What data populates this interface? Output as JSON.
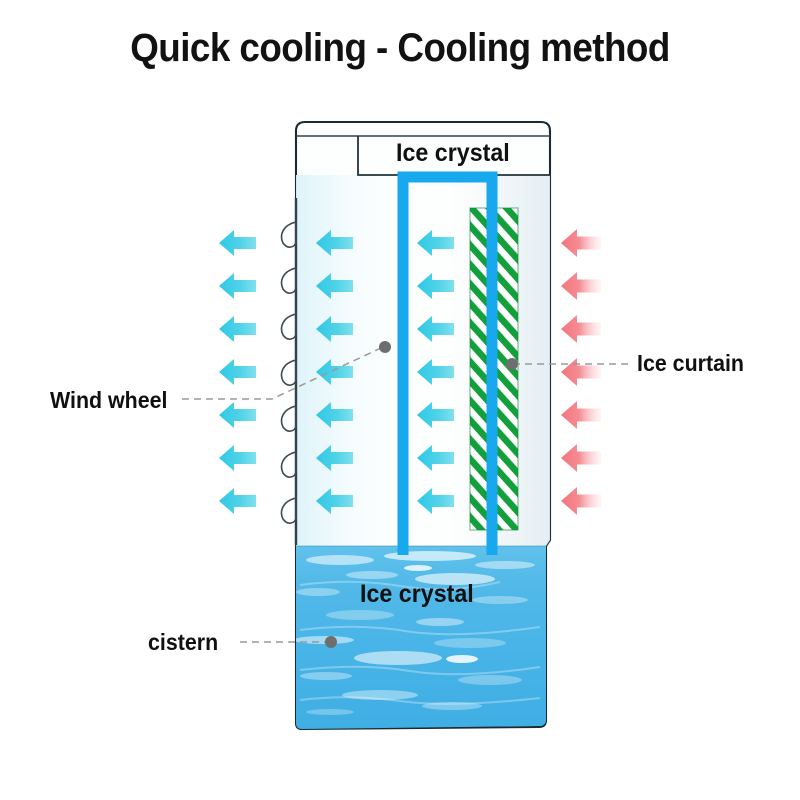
{
  "title": "Quick cooling - Cooling method",
  "diagram": {
    "name": "quick-cooling-cabinet-cross-section",
    "labels": {
      "ice_crystal_top": "Ice crystal",
      "ice_crystal_water": "Ice crystal",
      "wind_wheel": "Wind wheel",
      "ice_curtain": "Ice curtain",
      "cistern": "cistern"
    },
    "colors": {
      "title_text": "#121212",
      "cold_air_arrow": "#45CCE4",
      "warm_air_arrow": "#F28087",
      "pipe_blue": "#17A8EE",
      "ice_curtain_green": "#17A040",
      "water_blue": "#4FB8E8",
      "cabinet_outline": "#1B2B33",
      "leader_line": "#9A9A9A",
      "leader_dot": "#6E6E6E"
    },
    "flows": {
      "cold_air_columns": 3,
      "cold_air_arrows_per_column": 7,
      "warm_air_columns": 1,
      "warm_air_arrows_per_column": 7,
      "cold_air_direction": "left",
      "warm_air_direction": "left"
    },
    "components": [
      {
        "id": "wind-wheel",
        "label": "Wind wheel"
      },
      {
        "id": "ice-curtain",
        "label": "Ice curtain"
      },
      {
        "id": "cistern",
        "label": "cistern"
      },
      {
        "id": "ice-crystal-chamber",
        "label": "Ice crystal"
      },
      {
        "id": "ice-crystal-water",
        "label": "Ice crystal"
      }
    ]
  }
}
